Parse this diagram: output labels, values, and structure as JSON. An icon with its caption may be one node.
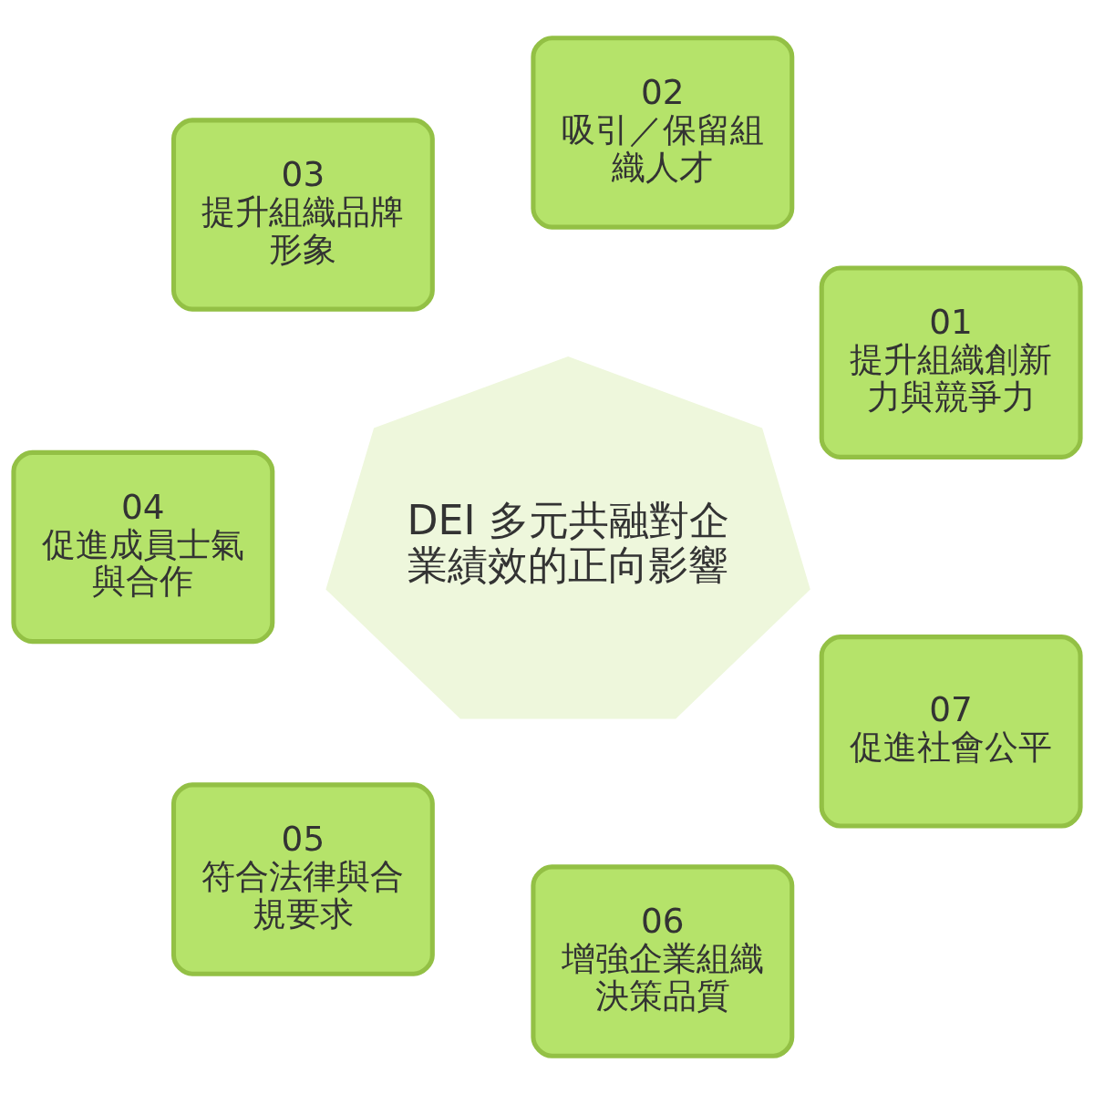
{
  "diagram": {
    "nodes": [
      {
        "text": [
          "DEI 多元共融對企業績效的正向影響"
        ]
      },
      {
        "text": [
          "01",
          "提升組織創新力與競爭力"
        ]
      },
      {
        "text": [
          "02",
          "吸引／保留組織人才"
        ]
      },
      {
        "text": [
          "03",
          "提升組織品牌形象"
        ]
      },
      {
        "text": [
          "04",
          "促進成員士氣與合作"
        ]
      },
      {
        "text": [
          "05",
          "符合法律與合規要求"
        ]
      },
      {
        "text": [
          "06",
          "增強企業組織決策品質"
        ]
      },
      {
        "text": [
          "07",
          "促進社會公平"
        ]
      }
    ]
  }
}
